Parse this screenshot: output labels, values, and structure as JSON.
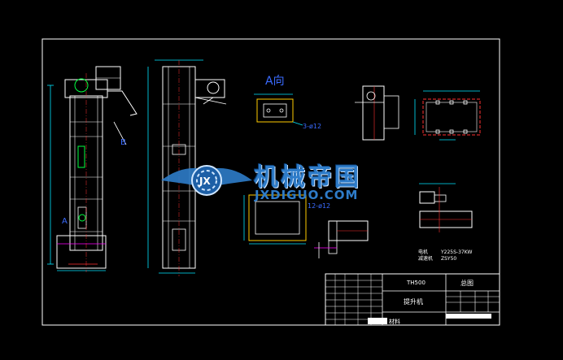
{
  "view_label": "A向",
  "hole_label_1": "3-ø12",
  "hole_label_2": "12-ø12",
  "side_label_a": "A",
  "side_label_b": "B",
  "watermark": {
    "chinese": "机械帝国",
    "english": "JXDIGUO.COM",
    "logo_letters": "JX"
  },
  "spec_notes": {
    "motor_label": "电机",
    "motor_value": "Y225S-37KW",
    "reducer_label": "减速机",
    "reducer_value": "ZSY50"
  },
  "title_block": {
    "model": "TH500",
    "drawing_type": "总图",
    "product_name": "提升机",
    "material_label": "材料"
  },
  "colors": {
    "background": "#000000",
    "frame": "#ffffff",
    "geometry": "#ffffff",
    "dimension": "#00e5ff",
    "center_line": "#ff3030",
    "detail_green": "#00ff40",
    "text_blue": "#3a6bff",
    "magenta": "#ff00ff",
    "watermark": "#2e7cc9"
  }
}
